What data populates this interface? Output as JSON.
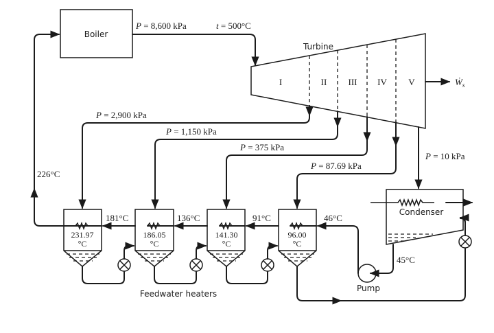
{
  "title": "Regenerative steam power cycle with five-stage turbine and four feedwater heaters",
  "components": {
    "boiler": {
      "label": "Boiler"
    },
    "turbine": {
      "label": "Turbine",
      "stages": [
        "I",
        "II",
        "III",
        "IV",
        "V"
      ]
    },
    "work_output": {
      "symbol": "Ẇ",
      "subscript": "s"
    },
    "condenser": {
      "label": "Condenser"
    },
    "pump": {
      "label": "Pump"
    },
    "feedwater_heaters_label": "Feedwater heaters"
  },
  "boiler_outlet": {
    "pressure_var": "P",
    "pressure_text": " = 8,600 kPa",
    "temperature_var": "t",
    "temperature_text": " = 500°C"
  },
  "extractions": [
    {
      "stage": "I",
      "var": "P",
      "text": " = 2,900 kPa"
    },
    {
      "stage": "II",
      "var": "P",
      "text": " = 1,150 kPa"
    },
    {
      "stage": "III",
      "var": "P",
      "text": " = 375 kPa"
    },
    {
      "stage": "IV",
      "var": "P",
      "text": " = 87.69 kPa"
    },
    {
      "stage": "V",
      "var": "P",
      "text": " = 10 kPa"
    }
  ],
  "heaters": [
    {
      "temp_value": "231.97",
      "temp_unit": "°C"
    },
    {
      "temp_value": "186.05",
      "temp_unit": "°C"
    },
    {
      "temp_value": "141.30",
      "temp_unit": "°C"
    },
    {
      "temp_value": "96.00",
      "temp_unit": "°C"
    }
  ],
  "feedwater_temperatures": {
    "to_boiler": "226°C",
    "after_heater_2": "181°C",
    "after_heater_3": "136°C",
    "after_heater_4": "91°C",
    "pump_outlet": "46°C",
    "condenser_outlet": "45°C"
  }
}
